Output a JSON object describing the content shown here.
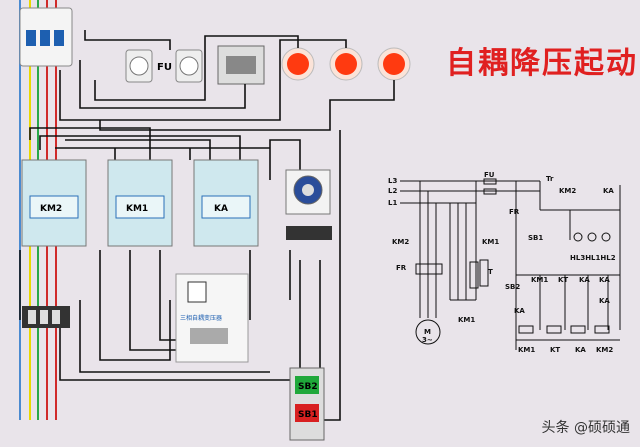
{
  "title": "自耦降压起动",
  "watermark": "头条 @硕硕通",
  "wiring": {
    "fuse_label": "FU",
    "contactors": [
      "KM2",
      "KM1",
      "KA"
    ],
    "transformer_label": "三相自耦变压器",
    "button_top": "SB2",
    "button_bottom": "SB1"
  },
  "schematic": {
    "line_labels": [
      "L3",
      "L2",
      "L1"
    ],
    "fu": "FU",
    "tr": "Tr",
    "km2_top": "KM2",
    "ka_top": "KA",
    "fr_top": "FR",
    "sb1": "SB1",
    "km2_left": "KM2",
    "km1_left": "KM1",
    "fr_left": "FR",
    "t_label": "T",
    "km1_mid": "KM1",
    "motor_m": "M",
    "motor_3": "3~",
    "lamps": "HL3HL1HL2",
    "sb2": "SB2",
    "contact_km1": "KM1",
    "contact_kt": "KT",
    "contact_ka1": "KA",
    "contact_ka2": "KA",
    "contact_ka3": "KA",
    "ka_coil_left": "KA",
    "coil_labels": [
      "KM1",
      "KT",
      "KA",
      "KM2"
    ]
  },
  "colors": {
    "title": "#e02020",
    "wire": "#111111",
    "coil_box": "#2a6fb8",
    "indicator": "#ff3a10"
  }
}
